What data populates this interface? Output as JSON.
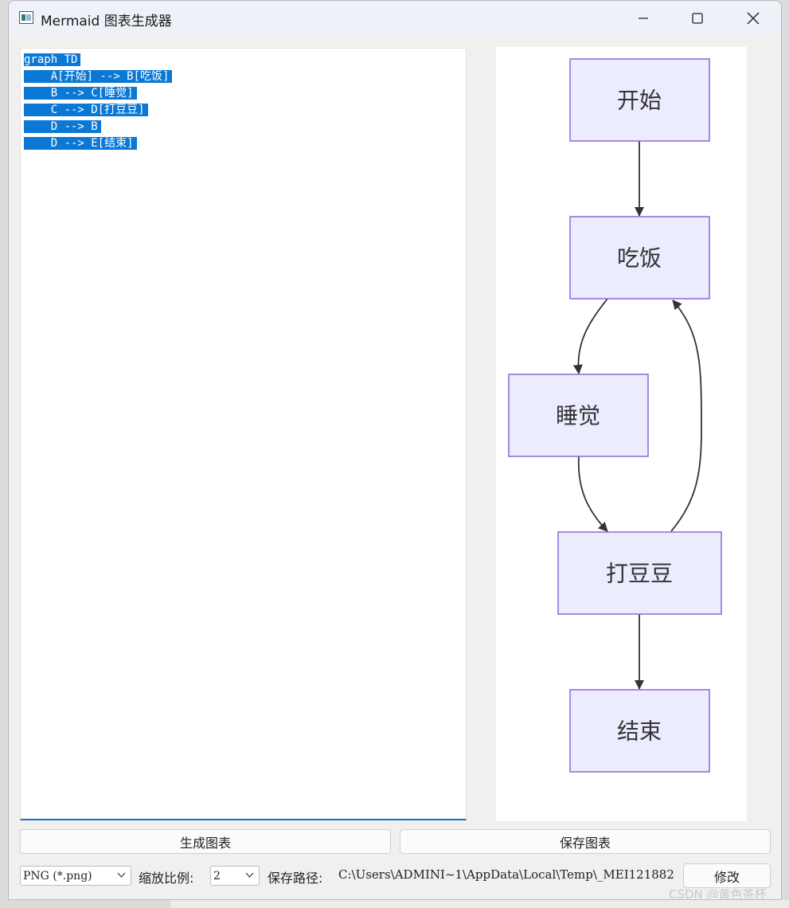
{
  "window": {
    "title": "Mermaid 图表生成器"
  },
  "editor": {
    "lines": [
      "graph TD",
      "    A[开始] --> B[吃饭]",
      "    B --> C[睡觉]",
      "    C --> D[打豆豆]",
      "    D --> B",
      "    D --> E[结束]"
    ]
  },
  "diagram": {
    "nodes": {
      "A": "开始",
      "B": "吃饭",
      "C": "睡觉",
      "D": "打豆豆",
      "E": "结束"
    },
    "colors": {
      "node_fill": "#ececff",
      "node_stroke": "#9370db",
      "edge": "#333333"
    }
  },
  "buttons": {
    "generate": "生成图表",
    "save": "保存图表",
    "modify": "修改"
  },
  "options": {
    "format": "PNG (*.png)",
    "scale_label": "缩放比例:",
    "scale_value": "2",
    "path_label": "保存路径:",
    "path_value": "C:\\Users\\ADMINI~1\\AppData\\Local\\Temp\\_MEI121882"
  },
  "watermark": "CSDN @黄色茶杯"
}
